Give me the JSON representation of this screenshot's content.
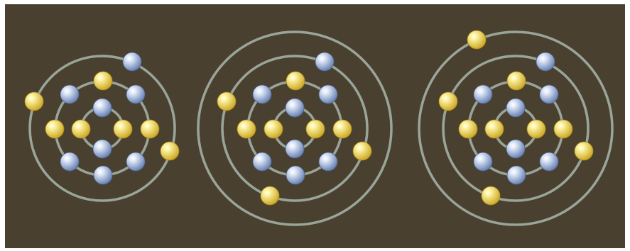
{
  "colors": {
    "background": "#4a4030",
    "orbit": "#9aa59a",
    "yellow_light": "#fff6a8",
    "yellow_dark": "#c8a21a",
    "blue_light": "#e6eefc",
    "blue_dark": "#5d78ac"
  },
  "diagrams": [
    {
      "orbits": 3,
      "particles": [
        {
          "color": "blue"
        },
        {
          "color": "blue"
        },
        {
          "color": "yellow"
        },
        {
          "color": "yellow"
        },
        {
          "color": "yellow"
        },
        {
          "color": "yellow"
        },
        {
          "color": "blue"
        },
        {
          "color": "blue"
        },
        {
          "color": "blue"
        },
        {
          "color": "blue"
        },
        {
          "color": "yellow"
        },
        {
          "color": "blue"
        },
        {
          "color": "yellow"
        },
        {
          "color": "yellow"
        },
        {
          "color": "blue"
        }
      ]
    },
    {
      "orbits": 4,
      "particles": [
        {
          "color": "blue"
        },
        {
          "color": "blue"
        },
        {
          "color": "yellow"
        },
        {
          "color": "yellow"
        },
        {
          "color": "yellow"
        },
        {
          "color": "yellow"
        },
        {
          "color": "blue"
        },
        {
          "color": "blue"
        },
        {
          "color": "blue"
        },
        {
          "color": "blue"
        },
        {
          "color": "yellow"
        },
        {
          "color": "blue"
        },
        {
          "color": "yellow"
        },
        {
          "color": "yellow"
        },
        {
          "color": "blue"
        },
        {
          "color": "yellow"
        }
      ]
    },
    {
      "orbits": 4,
      "particles": [
        {
          "color": "blue"
        },
        {
          "color": "blue"
        },
        {
          "color": "yellow"
        },
        {
          "color": "yellow"
        },
        {
          "color": "yellow"
        },
        {
          "color": "yellow"
        },
        {
          "color": "blue"
        },
        {
          "color": "blue"
        },
        {
          "color": "blue"
        },
        {
          "color": "blue"
        },
        {
          "color": "yellow"
        },
        {
          "color": "blue"
        },
        {
          "color": "yellow"
        },
        {
          "color": "yellow"
        },
        {
          "color": "blue"
        },
        {
          "color": "yellow"
        },
        {
          "color": "yellow"
        }
      ]
    }
  ]
}
